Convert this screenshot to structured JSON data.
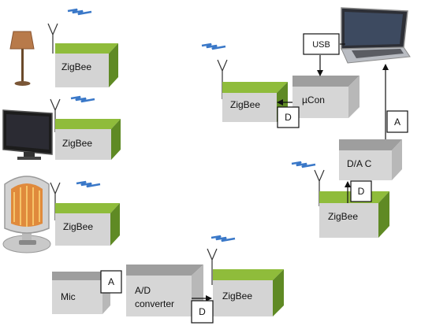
{
  "colors": {
    "zigbee_front": "#d4d4d4",
    "zigbee_top": "#8fbc3b",
    "zigbee_side": "#5f8a24",
    "gray_front": "#d6d6d6",
    "gray_top": "#9e9e9e",
    "gray_side": "#b8b8b8",
    "signal": "#3a78c8",
    "line": "#111111"
  },
  "blocks": {
    "zigbee_lamp": "ZigBee",
    "zigbee_tv": "ZigBee",
    "zigbee_heater": "ZigBee",
    "zigbee_mic": "ZigBee",
    "zigbee_dac": "ZigBee",
    "zigbee_ucon": "ZigBee",
    "mic": "Mic",
    "adc_line1": "A/D",
    "adc_line2": "converter",
    "dac": "D/A C",
    "ucon": "µCon"
  },
  "tags": {
    "usb": "USB",
    "a_mic": "A",
    "d_adc": "D",
    "d_dac": "D",
    "a_laptop": "A",
    "d_ucon": "D"
  },
  "icons": [
    "floor-lamp-icon",
    "television-icon",
    "heater-icon",
    "laptop-icon",
    "antenna-icon",
    "wireless-signal-icon"
  ]
}
